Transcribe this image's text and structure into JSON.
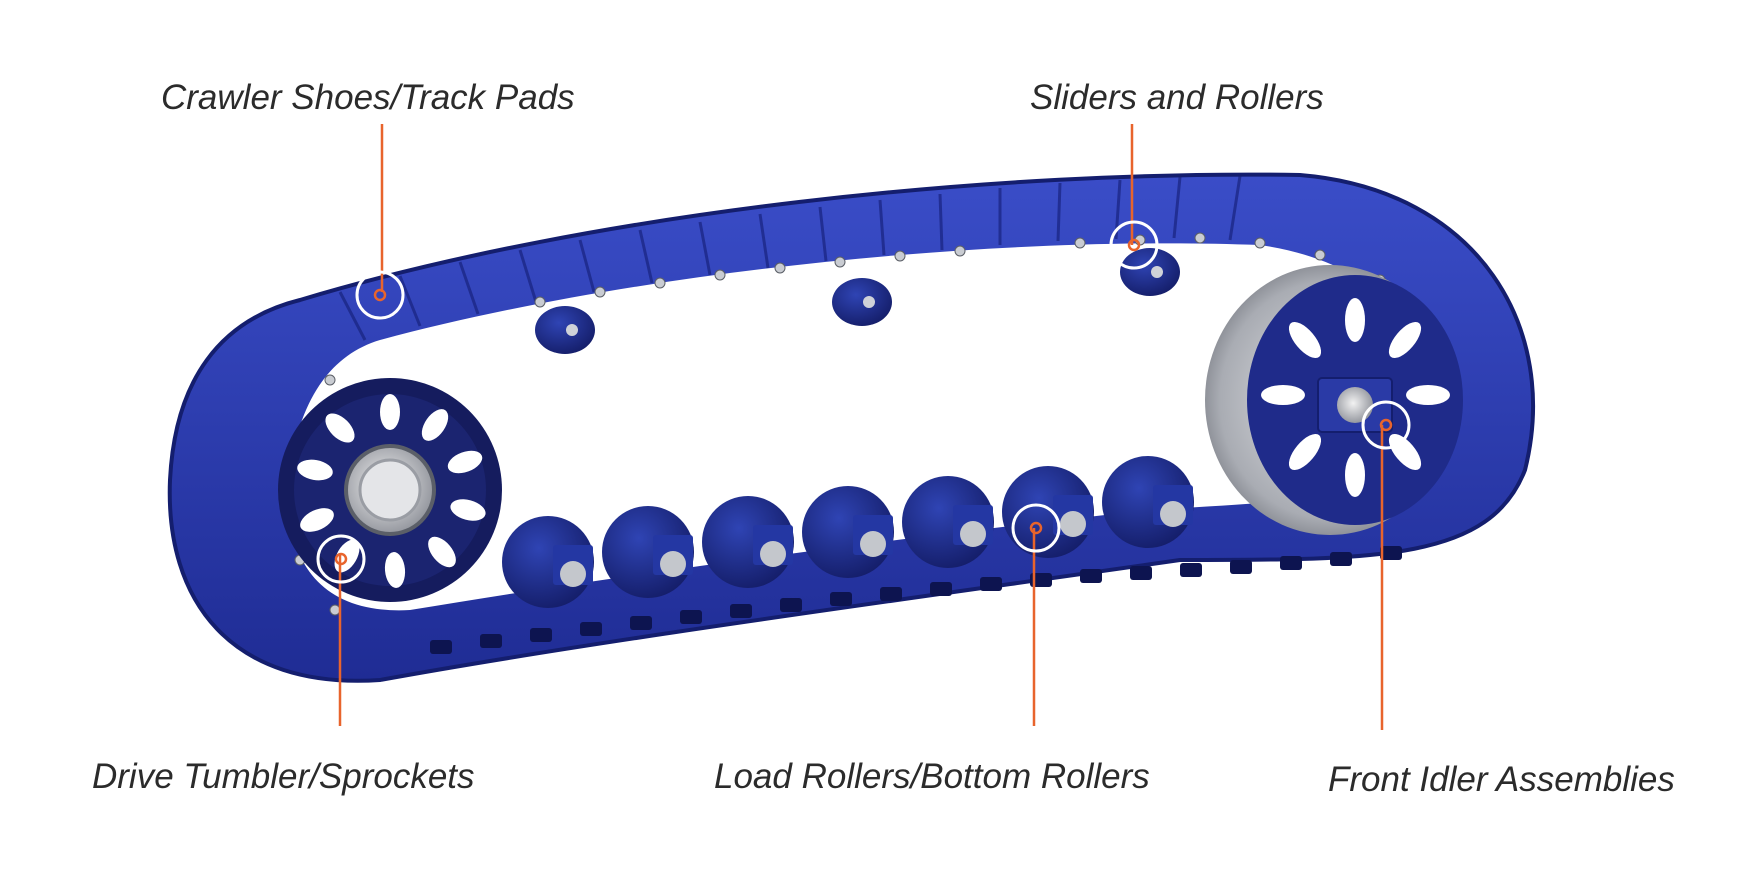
{
  "colors": {
    "track": "#2433a8",
    "track_light": "#3547c4",
    "track_dark": "#141e6e",
    "roller": "#1d2c86",
    "hub_gray": "#b9bcc2",
    "leader_line": "#e8642c",
    "marker_ring": "#ffffff",
    "label_text": "#2b2b2b"
  },
  "callouts": [
    {
      "id": "crawler",
      "label": "Crawler Shoes/Track Pads"
    },
    {
      "id": "sliders",
      "label": "Sliders and Rollers"
    },
    {
      "id": "drive",
      "label": "Drive Tumbler/Sprockets"
    },
    {
      "id": "load",
      "label": "Load Rollers/Bottom Rollers"
    },
    {
      "id": "idler",
      "label": "Front Idler Assemblies"
    }
  ],
  "icons": {
    "marker": "circle-marker-icon"
  }
}
